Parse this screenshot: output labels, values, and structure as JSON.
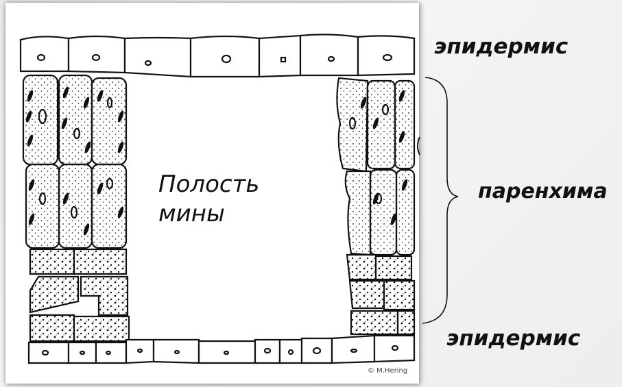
{
  "labels": {
    "epidermis_top": "эпидермис",
    "parenchyma": "паренхима",
    "epidermis_bottom": "эпидермис",
    "cavity_line1": "Полость",
    "cavity_line2": "мины"
  },
  "credit": "© M.Hering",
  "colors": {
    "background": "#eeeeee",
    "panel": "#ffffff",
    "ink": "#111111"
  }
}
